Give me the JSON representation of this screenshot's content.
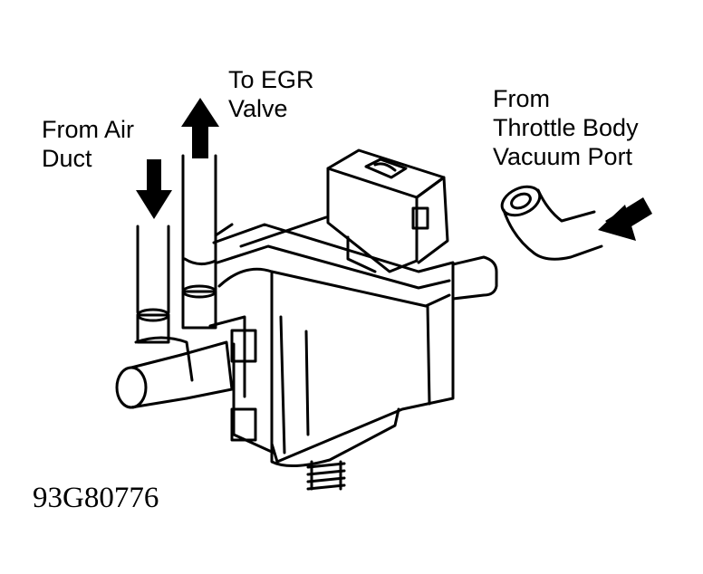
{
  "labels": {
    "from_air_duct": [
      "From Air",
      "Duct"
    ],
    "to_egr_valve": [
      "To EGR",
      "Valve"
    ],
    "from_throttle_body": [
      "From",
      "Throttle Body",
      "Vacuum Port"
    ]
  },
  "figure_code": "93G80776",
  "colors": {
    "ink": "#000000",
    "paper": "#ffffff"
  }
}
